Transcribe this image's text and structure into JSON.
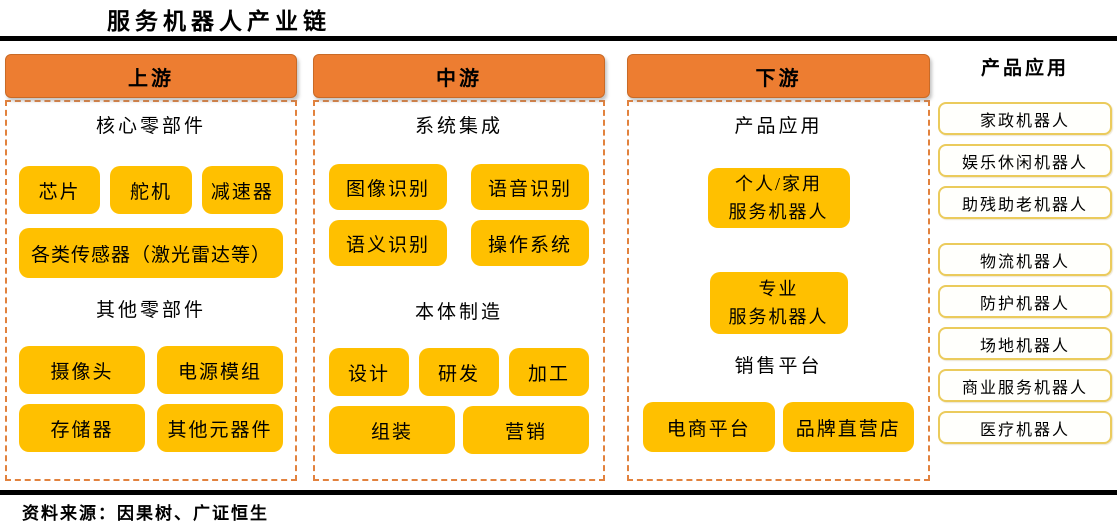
{
  "title": "服务机器人产业链",
  "source": "资料来源：因果树、广证恒生",
  "colors": {
    "header_orange": "#ED7D31",
    "dashed_border_orange": "#E2823E",
    "box_gold": "#FFC000",
    "app_box_border_gold": "#EBCB5C",
    "divider_black": "#000000"
  },
  "upstream": {
    "header": "上游",
    "section1_label": "核心零部件",
    "row1": [
      "芯片",
      "舵机",
      "减速器"
    ],
    "wide_box": "各类传感器（激光雷达等）",
    "section2_label": "其他零部件",
    "row2": [
      "摄像头",
      "电源模组"
    ],
    "row3": [
      "存储器",
      "其他元器件"
    ]
  },
  "midstream": {
    "header": "中游",
    "section1_label": "系统集成",
    "row1": [
      "图像识别",
      "语音识别"
    ],
    "row2": [
      "语义识别",
      "操作系统"
    ],
    "section2_label": "本体制造",
    "row3": [
      "设计",
      "研发",
      "加工"
    ],
    "row4": [
      "组装",
      "营销"
    ]
  },
  "downstream": {
    "header": "下游",
    "section1_label": "产品应用",
    "box1": {
      "line1": "个人/家用",
      "line2": "服务机器人"
    },
    "box2": {
      "line1": "专业",
      "line2": "服务机器人"
    },
    "section2_label": "销售平台",
    "row1": [
      "电商平台",
      "品牌直营店"
    ]
  },
  "applications": {
    "header": "产品应用",
    "group1": [
      "家政机器人",
      "娱乐休闲机器人",
      "助残助老机器人"
    ],
    "group2": [
      "物流机器人",
      "防护机器人",
      "场地机器人",
      "商业服务机器人",
      "医疗机器人"
    ]
  }
}
